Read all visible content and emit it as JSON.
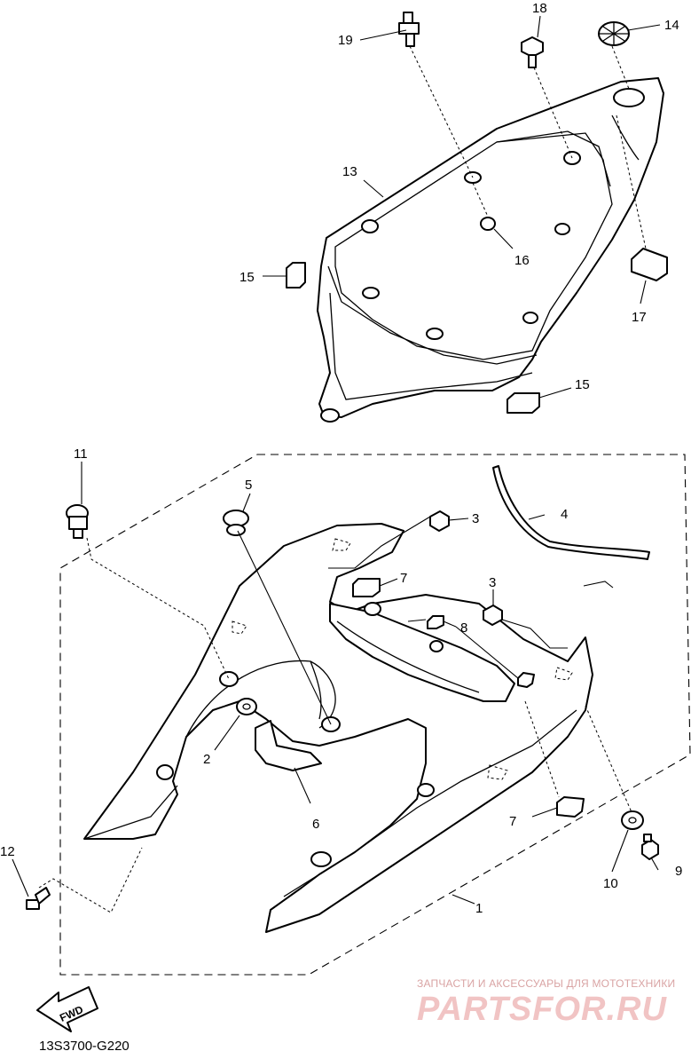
{
  "diagram": {
    "callouts": {
      "c1": "1",
      "c2": "2",
      "c3a": "3",
      "c3b": "3",
      "c4": "4",
      "c5": "5",
      "c6": "6",
      "c7a": "7",
      "c7b": "7",
      "c8": "8",
      "c9": "9",
      "c10": "10",
      "c11": "11",
      "c12": "12",
      "c13": "13",
      "c14": "14",
      "c15a": "15",
      "c15b": "15",
      "c16": "16",
      "c17": "17",
      "c18": "18",
      "c19": "19"
    },
    "fwd_label": "FWD",
    "drawing_code": "13S3700-G220"
  },
  "watermark": {
    "tagline": "ЗАПЧАСТИ И АКСЕССУАРЫ ДЛЯ МОТОТЕХНИКИ",
    "logo": "PARTSFOR.RU"
  }
}
